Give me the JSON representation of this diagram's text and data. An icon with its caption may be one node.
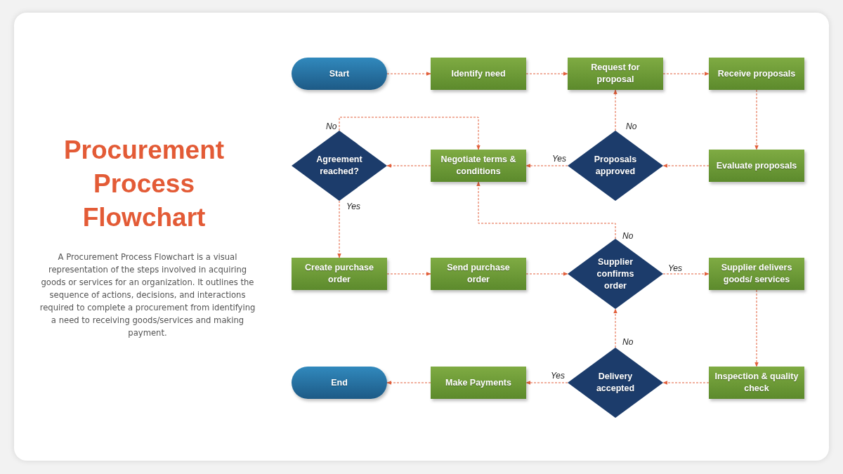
{
  "diagram": {
    "title": "Procurement Process Flowchart",
    "nodes": [
      {
        "text": [
          "Start"
        ]
      },
      {
        "text": [
          "Identify need"
        ]
      },
      {
        "text": [
          "Request for proposal"
        ]
      },
      {
        "text": [
          "Receive proposals"
        ]
      },
      {
        "text": [
          "Agreement reached?"
        ]
      },
      {
        "text": [
          "Negotiate terms & conditions"
        ]
      },
      {
        "text": [
          "Proposals approved"
        ]
      },
      {
        "text": [
          "Evaluate proposals"
        ]
      },
      {
        "text": [
          "Create purchase order"
        ]
      },
      {
        "text": [
          "Send purchase order"
        ]
      },
      {
        "text": [
          "Supplier confirms order"
        ]
      },
      {
        "text": [
          "Supplier delivers goods/ services"
        ]
      },
      {
        "text": [
          "End"
        ]
      },
      {
        "text": [
          "Make Payments"
        ]
      },
      {
        "text": [
          "Delivery accepted"
        ]
      },
      {
        "text": [
          "Inspection & quality check"
        ]
      }
    ],
    "edges": [
      {
        "from": 0,
        "to": 1,
        "arrow": "to"
      },
      {
        "from": 1,
        "to": 2,
        "arrow": "to"
      },
      {
        "from": 2,
        "to": 3,
        "arrow": "to"
      },
      {
        "from": 3,
        "to": 7,
        "arrow": "to"
      },
      {
        "from": 7,
        "to": 6,
        "arrow": "to"
      },
      {
        "from": 6,
        "to": 2,
        "arrow": "to",
        "label": "No"
      },
      {
        "from": 6,
        "to": 5,
        "arrow": "to",
        "label": "Yes"
      },
      {
        "from": 5,
        "to": 4,
        "arrow": "to"
      },
      {
        "from": 4,
        "to": 5,
        "arrow": "to",
        "label": "No"
      },
      {
        "from": 4,
        "to": 8,
        "arrow": "to",
        "label": "Yes"
      },
      {
        "from": 8,
        "to": 9,
        "arrow": "to"
      },
      {
        "from": 9,
        "to": 10,
        "arrow": "to"
      },
      {
        "from": 10,
        "to": 11,
        "arrow": "to",
        "label": "Yes"
      },
      {
        "from": 10,
        "to": 5,
        "arrow": "to",
        "label": "No"
      },
      {
        "from": 11,
        "to": 15,
        "arrow": "to"
      },
      {
        "from": 15,
        "to": 14,
        "arrow": "to"
      },
      {
        "from": 14,
        "to": 10,
        "arrow": "to",
        "label": "No"
      },
      {
        "from": 14,
        "to": 13,
        "arrow": "to",
        "label": "Yes"
      },
      {
        "from": 13,
        "to": 12,
        "arrow": "to"
      }
    ],
    "labels": [
      "A Procurement Process Flowchart is a visual representation of the steps involved in acquiring goods or services for an organization. It outlines the sequence of actions, decisions, and interactions required to complete a procurement from identifying a need to receiving goods/services and making payment."
    ]
  }
}
